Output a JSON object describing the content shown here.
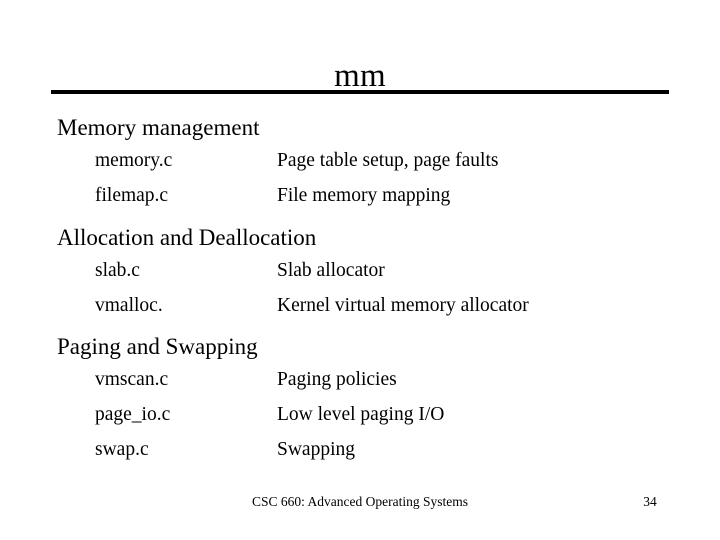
{
  "slide": {
    "title": "mm",
    "sections": [
      {
        "heading": "Memory management",
        "items": [
          {
            "file": "memory.c",
            "desc": "Page table setup, page faults"
          },
          {
            "file": "filemap.c",
            "desc": "File memory mapping"
          }
        ]
      },
      {
        "heading": "Allocation and Deallocation",
        "items": [
          {
            "file": "slab.c",
            "desc": "Slab allocator"
          },
          {
            "file": "vmalloc.",
            "desc": "Kernel virtual memory allocator"
          }
        ]
      },
      {
        "heading": "Paging and Swapping",
        "items": [
          {
            "file": "vmscan.c",
            "desc": "Paging policies"
          },
          {
            "file": "page_io.c",
            "desc": "Low level paging I/O"
          },
          {
            "file": "swap.c",
            "desc": "Swapping"
          }
        ]
      }
    ],
    "footer": {
      "course": "CSC 660: Advanced Operating Systems",
      "page_number": "34"
    },
    "colors": {
      "background": "#ffffff",
      "text": "#000000",
      "rule": "#000000"
    }
  }
}
